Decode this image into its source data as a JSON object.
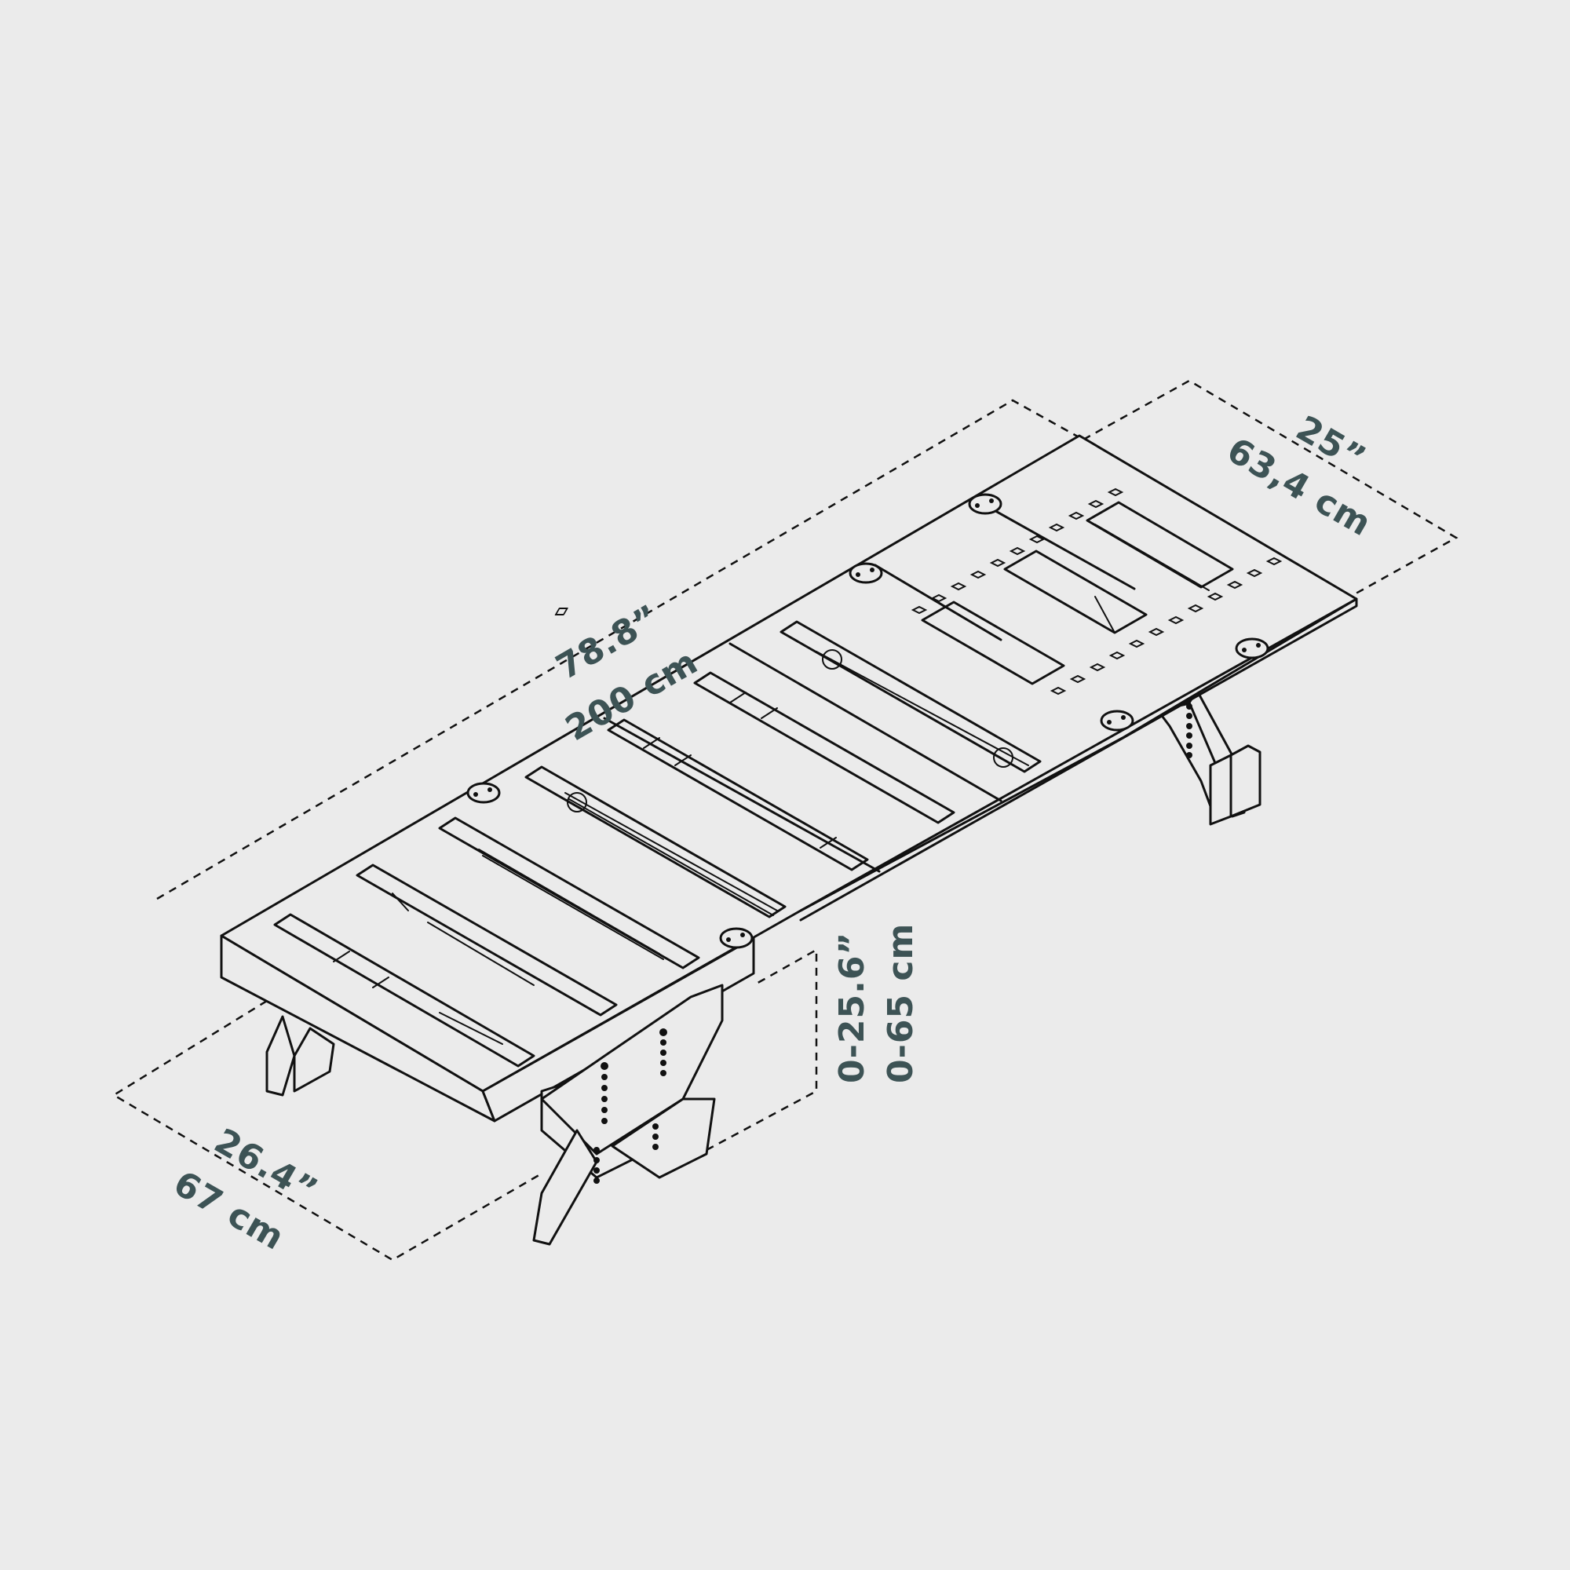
{
  "diagram": {
    "title": "Folding modular platform — isometric dimension drawing",
    "background_color": "#ebebeb",
    "line_color": "#111111",
    "label_color": "#3d5355"
  },
  "dimensions": {
    "length": {
      "imperial": "78.8”",
      "metric": "200 cm"
    },
    "depth_back": {
      "imperial": "25”",
      "metric": "63,4 cm"
    },
    "depth_front": {
      "imperial": "26.4”",
      "metric": "67 cm"
    },
    "height": {
      "imperial": "0-25.6”",
      "metric": "0-65 cm"
    }
  },
  "parts": {
    "panels": 3,
    "hinges": 6,
    "legs": 3,
    "slots_per_panel": 3
  }
}
